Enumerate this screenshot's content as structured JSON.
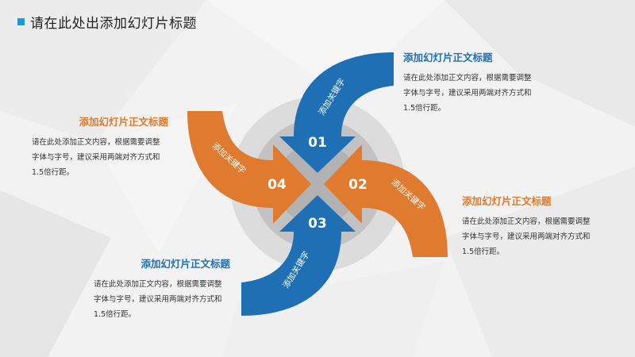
{
  "slide": {
    "title": "请在此处出添加幻灯片标题"
  },
  "colors": {
    "blue": "#1f6fb5",
    "orange": "#e07a2e",
    "marker": "#1a9bd7"
  },
  "steps": [
    {
      "num": "01",
      "keyword": "添加关键字",
      "heading": "添加幻灯片正文标题",
      "body": [
        "请在此处添加正文内容，根据需要调整",
        "字体与字号，建议采用两端对齐方式和",
        "1.5倍行距。"
      ]
    },
    {
      "num": "02",
      "keyword": "添加关键字",
      "heading": "添加幻灯片正文标题",
      "body": [
        "请在此处添加正文内容，根据需要调整",
        "字体与字号，建议采用两端对齐方式和",
        "1.5倍行距。"
      ]
    },
    {
      "num": "03",
      "keyword": "添加关键字",
      "heading": "添加幻灯片正文标题",
      "body": [
        "请在此处添加正文内容，根据需要调整",
        "字体与字号，建议采用两端对齐方式和",
        "1.5倍行距。"
      ]
    },
    {
      "num": "04",
      "keyword": "添加关键字",
      "heading": "添加幻灯片正文标题",
      "body": [
        "请在此处添加正文内容，根据需要调整",
        "字体与字号，建议采用两端对齐方式和",
        "1.5倍行距。"
      ]
    }
  ]
}
